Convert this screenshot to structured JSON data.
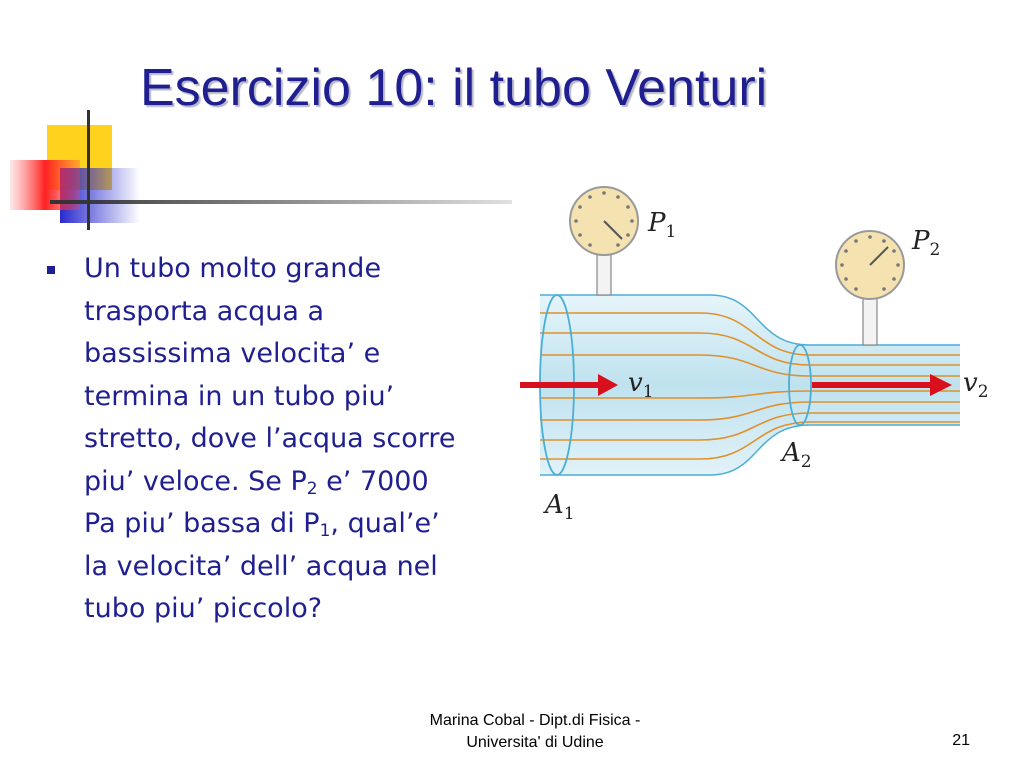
{
  "slide": {
    "title": "Esercizio 10: il tubo Venturi",
    "bullet": {
      "text_a": "Un tubo molto grande trasporta acqua a bassissima velocita’ e termina in un tubo piu’ stretto, dove l’acqua scorre piu’ veloce. Se P",
      "sub_a": "2",
      "text_b": " e’ 7000 Pa piu’ bassa di P",
      "sub_b": "1",
      "text_c": ",  qual’e’ la velocita’ dell’ acqua nel tubo piu’ piccolo?"
    },
    "footer": {
      "line1": "Marina Cobal - Dipt.di Fisica -",
      "line2": "Universita' di Udine",
      "page_number": "21"
    }
  },
  "diagram": {
    "gauge1": {
      "label": "P",
      "sub": "1"
    },
    "gauge2": {
      "label": "P",
      "sub": "2"
    },
    "velocity1": {
      "label": "v",
      "sub": "1"
    },
    "velocity2": {
      "label": "v",
      "sub": "2"
    },
    "area1": {
      "label": "A",
      "sub": "1"
    },
    "area2": {
      "label": "A",
      "sub": "2"
    },
    "colors": {
      "pipe_fill": "#c9e8f2",
      "pipe_edge": "#4aaed6",
      "streamline": "#e0902a",
      "arrow": "#d8101e",
      "gauge_face": "#f4e3b0",
      "title": "#1f1f8f"
    }
  }
}
